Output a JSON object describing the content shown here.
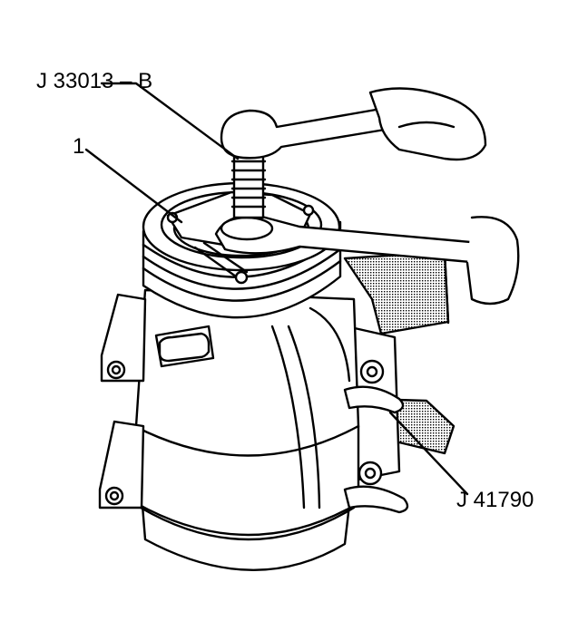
{
  "labels": {
    "tool_top": "J 33013 – B",
    "part_number": "1",
    "tool_bottom": "J 41790"
  },
  "colors": {
    "line": "#000000",
    "background": "#ffffff",
    "shade": "#b8b8b8"
  }
}
